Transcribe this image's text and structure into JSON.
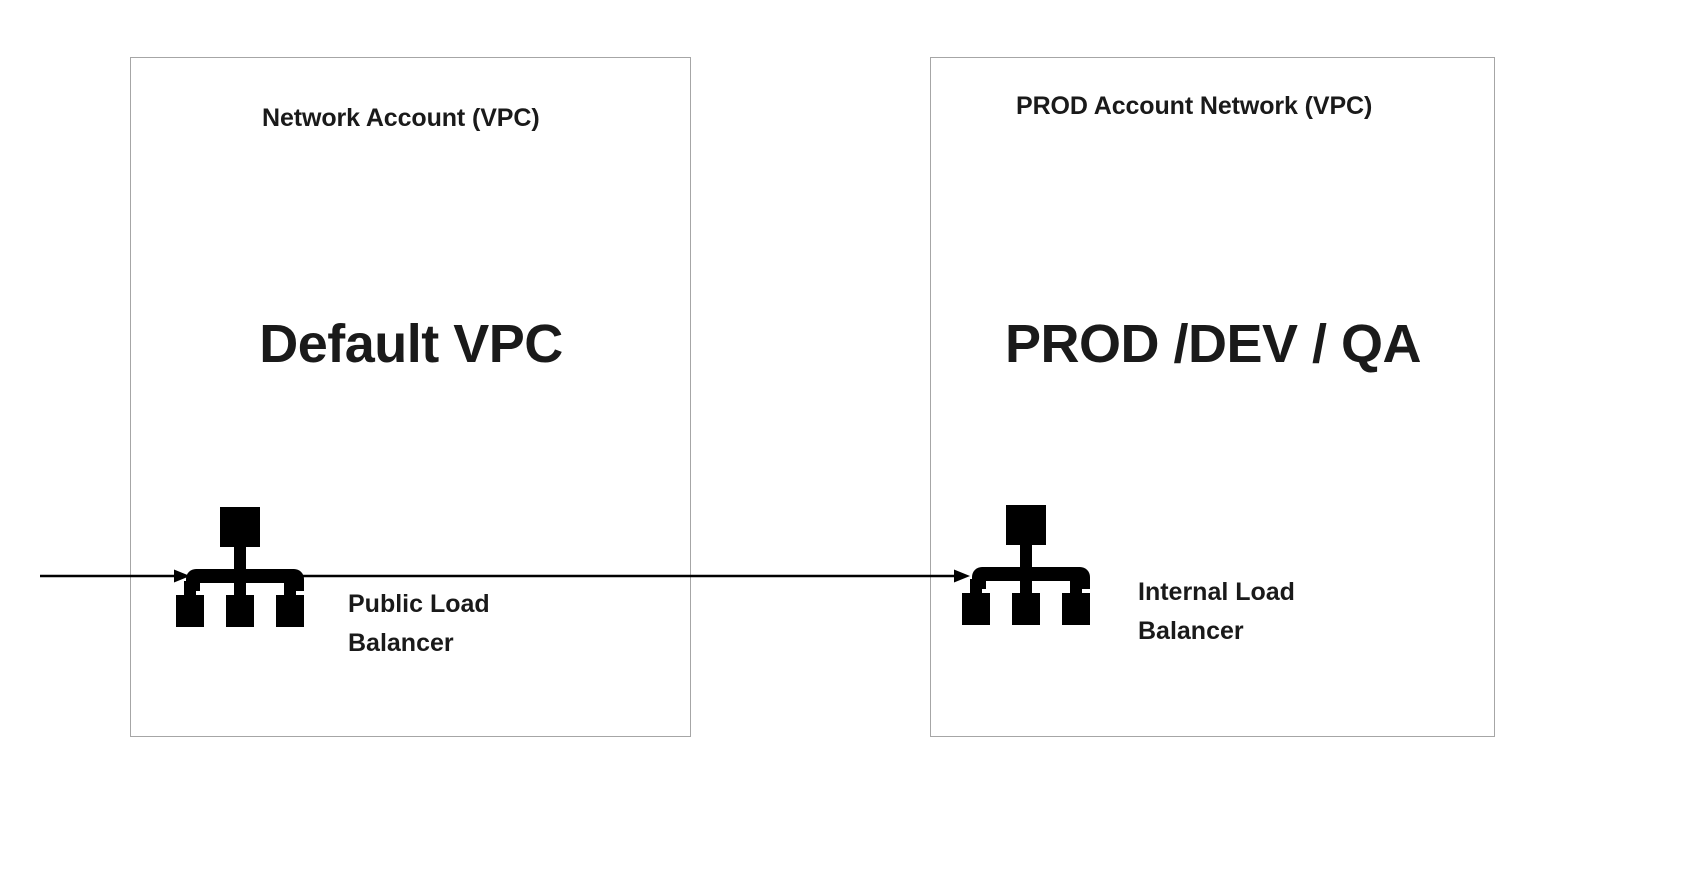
{
  "diagram": {
    "type": "network-architecture",
    "background_color": "#ffffff",
    "box_border_color": "#a6a6a6",
    "text_color": "#1a1a1a",
    "arrow_color": "#000000",
    "boxes": [
      {
        "id": "network-account",
        "header": "Network Account (VPC)",
        "title": "Default VPC",
        "icon": "load-balancer-icon",
        "icon_label": "Public Load Balancer"
      },
      {
        "id": "prod-account",
        "header": "PROD Account Network (VPC)",
        "title": "PROD /DEV / QA",
        "icon": "load-balancer-icon",
        "icon_label": "Internal Load Balancer"
      }
    ],
    "connectors": [
      {
        "id": "ingress-arrow",
        "from": "internet-edge",
        "to": "public-load-balancer",
        "label": ""
      },
      {
        "id": "cross-vpc-arrow",
        "from": "public-load-balancer",
        "to": "internal-load-balancer",
        "label": ""
      }
    ]
  }
}
